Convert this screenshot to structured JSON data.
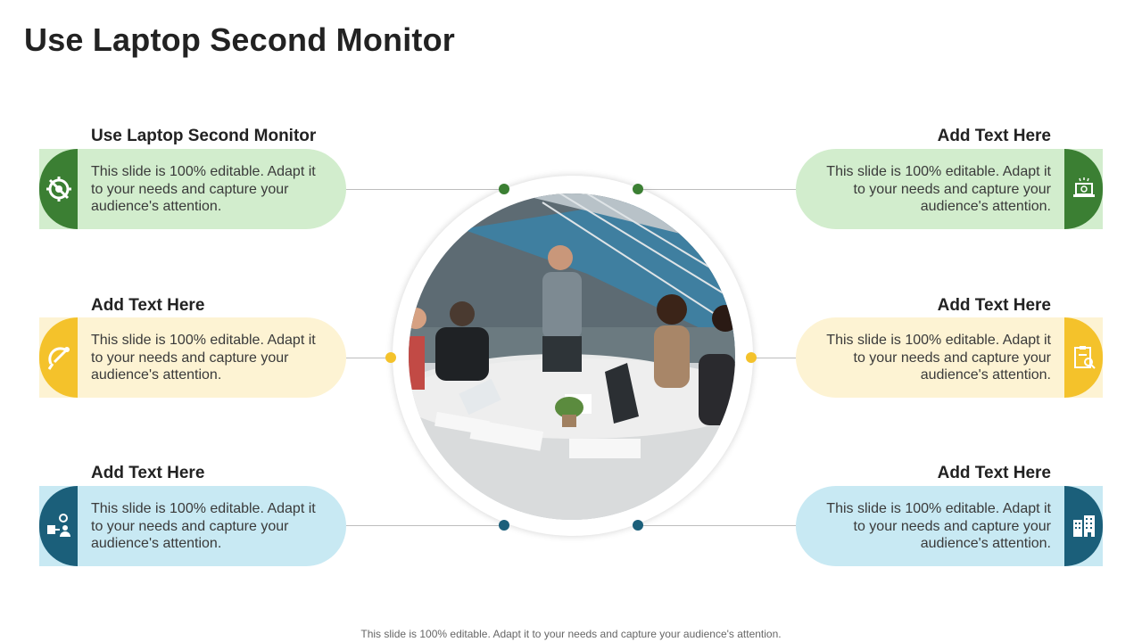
{
  "title": "Use Laptop Second Monitor",
  "footer": "This slide is 100% editable. Adapt it to your needs and capture your audience's attention.",
  "colors": {
    "green": "#3b7f33",
    "green_light": "#d2edcd",
    "yellow": "#f4c22b",
    "yellow_light": "#fdf3d3",
    "teal": "#1b5f7a",
    "teal_light": "#c8e9f3",
    "connector": "#bdbdbd"
  },
  "items": [
    {
      "side": "left",
      "heading": "Use Laptop Second Monitor",
      "body": "This slide is 100% editable. Adapt it to your needs and capture your audience's attention.",
      "icon": "gear-wrench-icon",
      "color": "green"
    },
    {
      "side": "left",
      "heading": "Add Text Here",
      "body": "This slide is 100% editable. Adapt it to your needs and capture your audience's attention.",
      "icon": "satellite-dish-icon",
      "color": "yellow"
    },
    {
      "side": "left",
      "heading": "Add Text Here",
      "body": "This slide is 100% editable. Adapt it to your needs and capture your audience's attention.",
      "icon": "workflow-people-icon",
      "color": "teal"
    },
    {
      "side": "right",
      "heading": "Add Text Here",
      "body": "This slide is 100% editable. Adapt it to your needs and capture your audience's attention.",
      "icon": "laptop-settings-icon",
      "color": "green"
    },
    {
      "side": "right",
      "heading": "Add Text Here",
      "body": "This slide is 100% editable. Adapt it to your needs and capture your audience's attention.",
      "icon": "clipboard-search-icon",
      "color": "yellow"
    },
    {
      "side": "right",
      "heading": "Add Text Here",
      "body": "This slide is 100% editable. Adapt it to your needs and capture your audience's attention.",
      "icon": "office-building-icon",
      "color": "teal"
    }
  ],
  "photo": {
    "icon": "team-meeting-photo"
  }
}
